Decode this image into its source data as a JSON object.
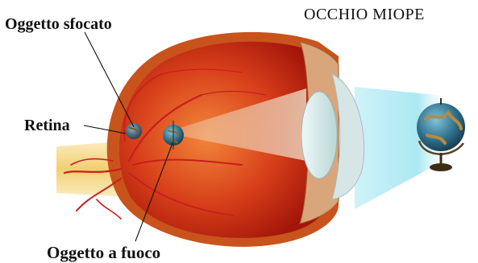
{
  "title": "OCCHIO MIOPE",
  "labels": {
    "blurred_object": "Oggetto sfocato",
    "retina": "Retina",
    "focused_object": "Oggetto a fuoco"
  },
  "colors": {
    "eye_interior": "#c8280f",
    "eye_outer": "#d98a3a",
    "lens": "#d8ecec",
    "light_beam": "#9fe4f0",
    "veins": "#d21e1e",
    "optic_nerve": "#f3d88a"
  }
}
